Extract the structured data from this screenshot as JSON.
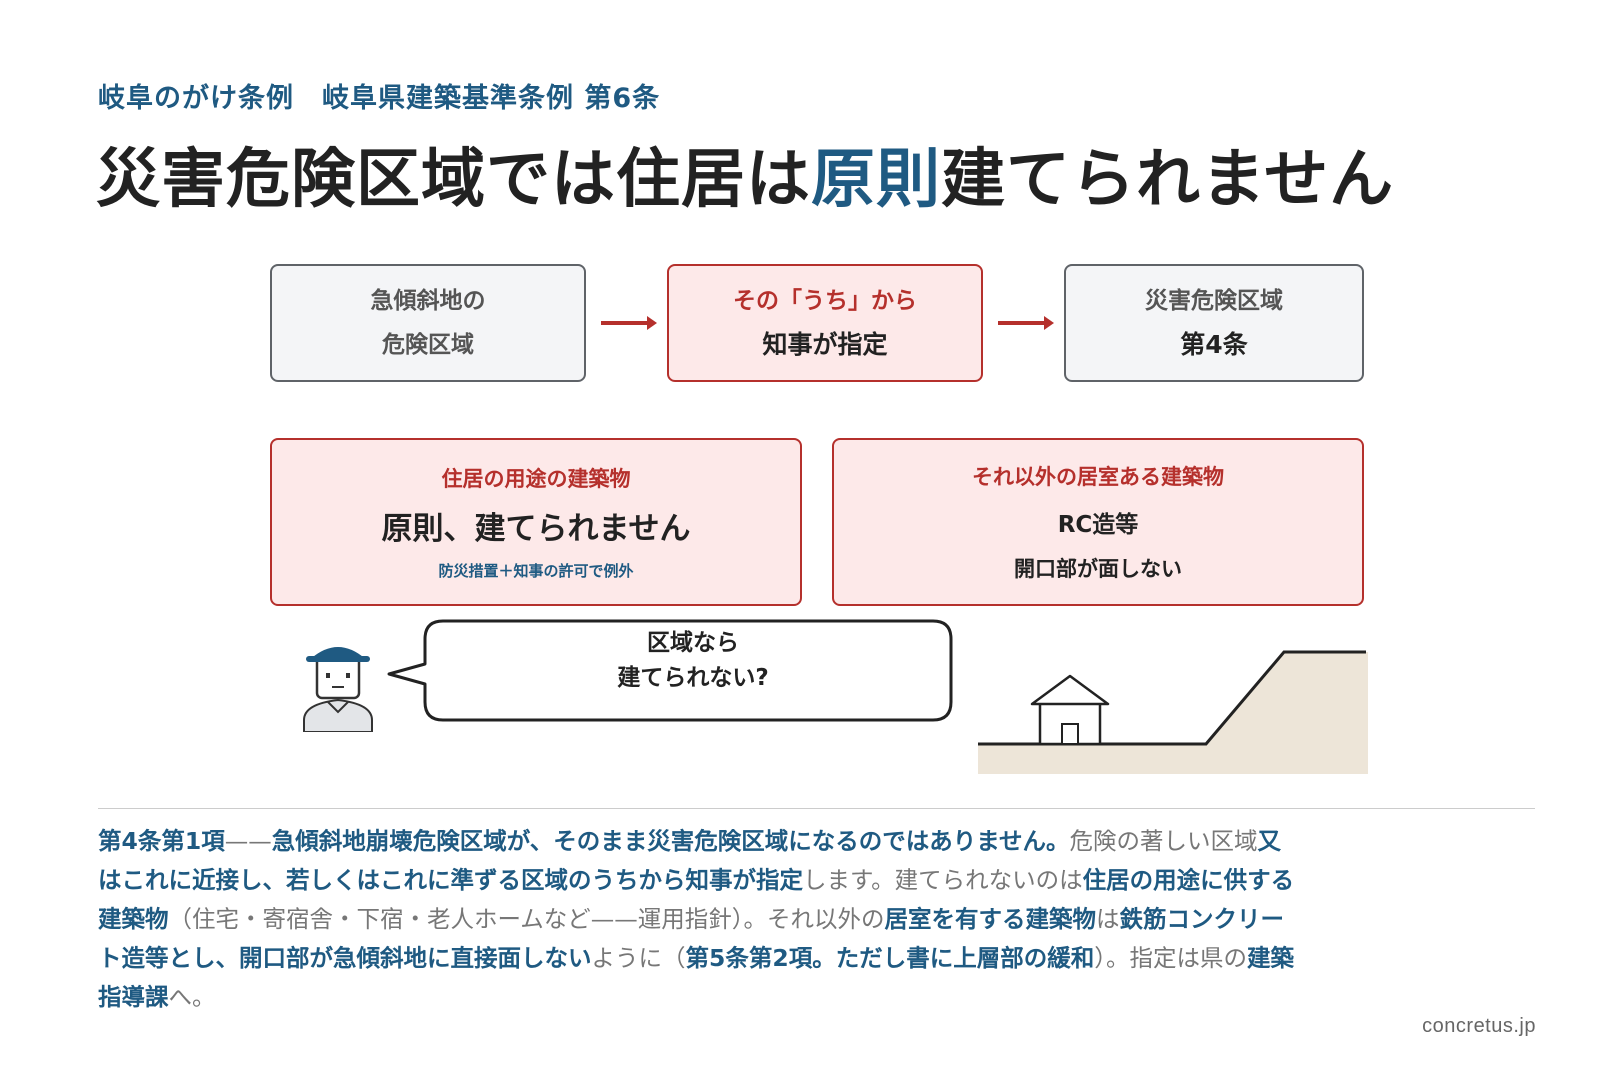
{
  "header": {
    "subtitle": "岐阜のがけ条例　岐阜県建築基準条例 第6条",
    "title_pre": "災害危険区域では住居は",
    "title_highlight": "原則",
    "title_post": "建てられません"
  },
  "flow": {
    "box1": {
      "line1": "急傾斜地の",
      "line2": "危険区域"
    },
    "box2": {
      "line1": "その「うち」から",
      "line2": "知事が指定"
    },
    "box3": {
      "line1": "災害危険区域",
      "line2": "第4条"
    }
  },
  "residential": {
    "label": "住居の用途の建築物",
    "main": "原則、建てられません",
    "note": "防災措置＋知事の許可で例外"
  },
  "other": {
    "label": "それ以外の居室ある建築物",
    "line1": "RC造等",
    "line2": "開口部が面しない"
  },
  "bubble": {
    "line1": "区域なら",
    "line2": "建てられない?"
  },
  "body_text": {
    "s1": "第4条第1項",
    "t1": "——",
    "s2": "急傾斜地崩壊危険区域が、そのまま災害危険区域になるのではありません。",
    "t2": "危険の著しい区域",
    "s3": "又はこれに近接し、若しくはこれに準ずる区域のうちから知事が指定",
    "t3": "します。建てられないのは",
    "s4": "住居の用途に供する建築物",
    "t4": "（住宅・寄宿舎・下宿・老人ホームなど——運用指針）。それ以外の",
    "s5": "居室を有する建築物",
    "t5": "は",
    "s6": "鉄筋コンクリート造等とし、開口部が急傾斜地に直接面しない",
    "t6": "ように（",
    "s7": "第5条第2項。ただし書に上層部の緩和",
    "t7": "）。指定は県の",
    "s8": "建築指導課",
    "t8": "へ。"
  },
  "credit": "concretus.jp",
  "colors": {
    "accent_blue": "#1f5a82",
    "accent_red": "#b5302c",
    "box_red_fill": "#fde9e9",
    "box_gray_fill": "#f4f5f7",
    "ground": "#ede5d8"
  }
}
